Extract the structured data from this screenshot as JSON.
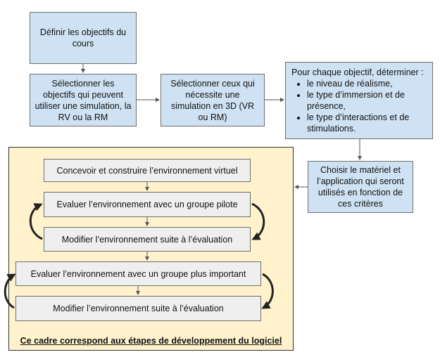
{
  "boxes": {
    "define_objectives": "Définir les objectifs du cours",
    "select_objectives": "Sélectionner les objectifs qui peuvent utiliser une simulation, la RV ou la RM",
    "select_3d": "Sélectionner ceux qui nécessite une simulation en 3D (VR ou RM)",
    "for_each_objective": {
      "heading": "Pour chaque objectif, déterminer :",
      "items": [
        "le niveau de réalisme,",
        "le type d’immersion et de présence,",
        "le type d’interactions et de stimulations."
      ]
    },
    "choose_material": "Choisir le matériel et l’application qui seront utilisés en fonction de ces critères"
  },
  "frame": {
    "steps": [
      "Concevoir et construire l’environnement virtuel",
      "Evaluer l’environnement avec un groupe pilote",
      "Modifier l’environnement suite à l’évaluation",
      "Evaluer l’environnement avec un groupe plus important",
      "Modifier l’environnement suite à l’évaluation"
    ],
    "caption": "Ce cadre correspond aux étapes de développement du logiciel"
  },
  "colors": {
    "blue_box": "#cfe2f3",
    "grey_box": "#efefef",
    "frame_fill": "#fff2cc",
    "arrow": "#555555"
  }
}
